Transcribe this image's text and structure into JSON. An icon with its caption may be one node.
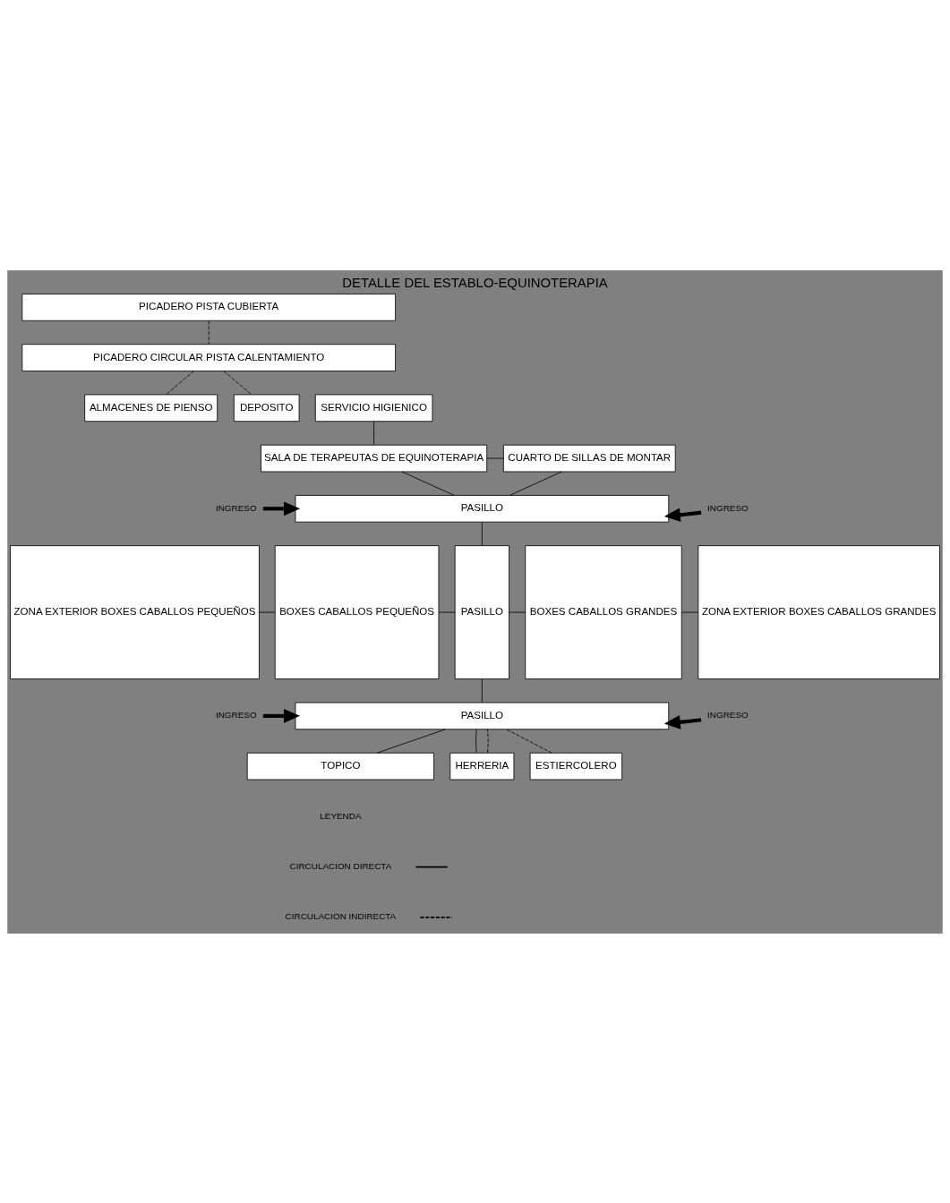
{
  "diagram": {
    "title": "DETALLE DEL ESTABLO-EQUINOTERAPIA",
    "nodes": [
      {
        "text": [
          "PICADERO PISTA CUBIERTA"
        ]
      },
      {
        "text": [
          "PICADERO CIRCULAR PISTA CALENTAMIENTO"
        ]
      },
      {
        "text": [
          "ALMACENES DE PIENSO"
        ]
      },
      {
        "text": [
          "SERVICIO HIGIENICO"
        ]
      },
      {
        "text": [
          "DEPOSITO"
        ]
      },
      {
        "text": [
          "SALA DE TERAPEUTAS DE EQUINOTERAPIA"
        ]
      },
      {
        "text": [
          "CUARTO DE SILLAS DE MONTAR"
        ]
      },
      {
        "text": [
          "INGRESO"
        ]
      },
      {
        "text": [
          "PASILLO"
        ]
      },
      {
        "text": [
          "INGRESO"
        ]
      },
      {
        "text": [
          "ZONA EXTERIOR BOXES CABALLOS PEQUEÑOS"
        ]
      },
      {
        "text": [
          "BOXES CABALLOS PEQUEÑOS"
        ]
      },
      {
        "text": [
          "PASILLO"
        ]
      },
      {
        "text": [
          "BOXES CABALLOS GRANDES"
        ]
      },
      {
        "text": [
          "ZONA EXTERIOR BOXES CABALLOS GRANDES"
        ]
      },
      {
        "text": [
          "INGRESO"
        ]
      },
      {
        "text": [
          "PASILLO"
        ]
      },
      {
        "text": [
          "INGRESO"
        ]
      },
      {
        "text": [
          "TOPICO"
        ]
      },
      {
        "text": [
          "HERRERIA"
        ]
      },
      {
        "text": [
          "ESTIERCOLERO"
        ]
      }
    ],
    "edges": [
      {
        "from": 0,
        "to": 1,
        "arrow": "none",
        "style": "dashed"
      },
      {
        "from": 1,
        "to": 2,
        "arrow": "none",
        "style": "dashed"
      },
      {
        "from": 1,
        "to": 4,
        "arrow": "none",
        "style": "dashed"
      },
      {
        "from": 3,
        "to": 5,
        "arrow": "none"
      },
      {
        "from": 5,
        "to": 6,
        "arrow": "none"
      },
      {
        "from": 5,
        "to": 8,
        "arrow": "none"
      },
      {
        "from": 6,
        "to": 8,
        "arrow": "none"
      },
      {
        "from": 7,
        "to": 8,
        "arrow": "to",
        "style": "thick"
      },
      {
        "from": 9,
        "to": 8,
        "arrow": "to",
        "style": "thick"
      },
      {
        "from": 8,
        "to": 12,
        "arrow": "none"
      },
      {
        "from": 10,
        "to": 11,
        "arrow": "none"
      },
      {
        "from": 11,
        "to": 12,
        "arrow": "none"
      },
      {
        "from": 12,
        "to": 13,
        "arrow": "none"
      },
      {
        "from": 13,
        "to": 14,
        "arrow": "none"
      },
      {
        "from": 12,
        "to": 16,
        "arrow": "none"
      },
      {
        "from": 15,
        "to": 16,
        "arrow": "to",
        "style": "thick"
      },
      {
        "from": 17,
        "to": 16,
        "arrow": "to",
        "style": "thick"
      },
      {
        "from": 16,
        "to": 18,
        "arrow": "none"
      },
      {
        "from": 16,
        "to": 19,
        "arrow": "none"
      },
      {
        "from": 19,
        "to": 16,
        "arrow": "none",
        "style": "dashed"
      },
      {
        "from": 20,
        "to": 16,
        "arrow": "none",
        "style": "dashed"
      }
    ],
    "labels": [
      "LEYENDA"
    ],
    "legend": [
      {
        "text": "CIRCULACION DIRECTA"
      },
      {
        "text": "CIRCULACION INDIRECTA"
      }
    ]
  }
}
